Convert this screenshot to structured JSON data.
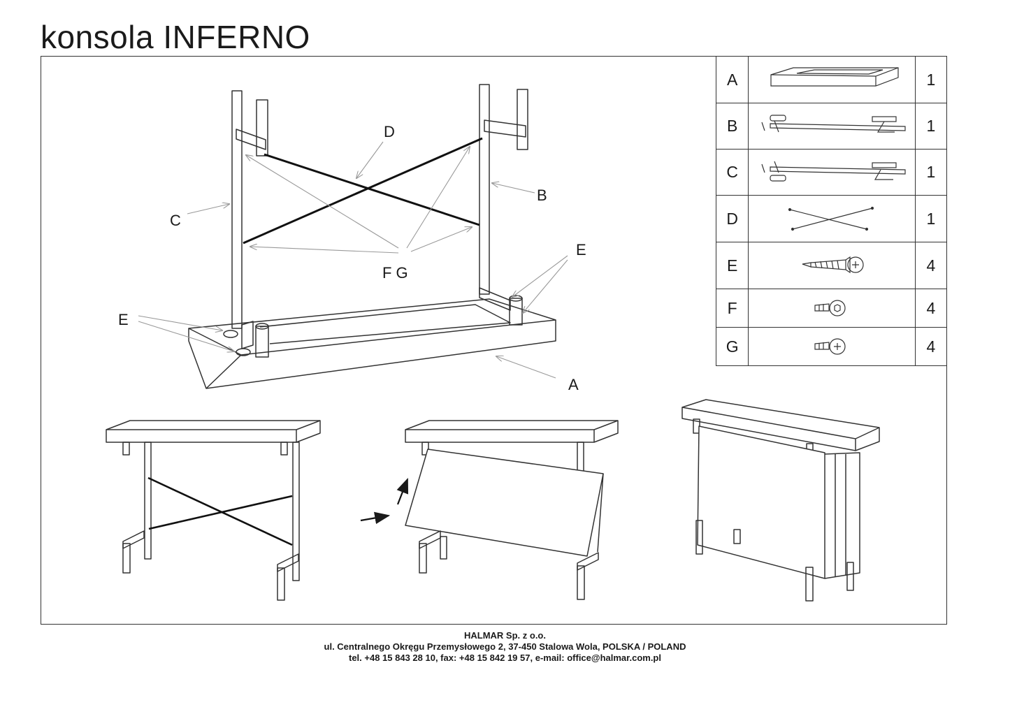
{
  "page": {
    "title": "konsola INFERNO"
  },
  "callouts": [
    {
      "id": "D",
      "text": "D"
    },
    {
      "id": "B",
      "text": "B"
    },
    {
      "id": "C",
      "text": "C"
    },
    {
      "id": "FG",
      "text": "F G"
    },
    {
      "id": "E-right",
      "text": "E"
    },
    {
      "id": "E-left",
      "text": "E"
    },
    {
      "id": "A",
      "text": "A"
    }
  ],
  "parts": [
    {
      "letter": "A",
      "icon": "table-top-icon",
      "qty": "1"
    },
    {
      "letter": "B",
      "icon": "leg-frame-icon",
      "qty": "1"
    },
    {
      "letter": "C",
      "icon": "leg-frame-icon",
      "qty": "1"
    },
    {
      "letter": "D",
      "icon": "cross-brace-icon",
      "qty": "1"
    },
    {
      "letter": "E",
      "icon": "wood-screw-icon",
      "qty": "4"
    },
    {
      "letter": "F",
      "icon": "hex-bolt-icon",
      "qty": "4"
    },
    {
      "letter": "G",
      "icon": "phillips-bolt-icon",
      "qty": "4"
    }
  ],
  "footer": {
    "company": "HALMAR Sp. z o.o.",
    "address": "ul. Centralnego Okręgu Przemysłowego 2, 37-450 Stalowa Wola, POLSKA / POLAND",
    "contact": "tel. +48 15 843 28 10, fax: +48 15 842 19 57, e-mail: office@halmar.com.pl"
  },
  "colors": {
    "line": "#333333",
    "thin": "#999999"
  }
}
